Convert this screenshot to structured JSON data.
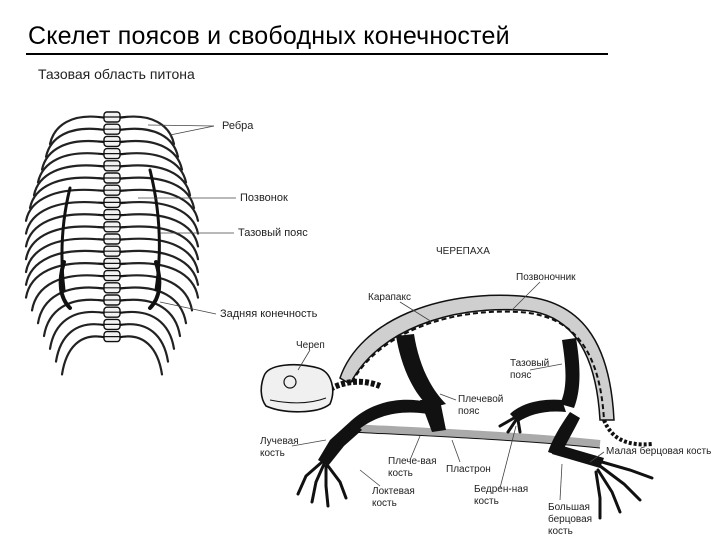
{
  "header": {
    "title": "Скелет поясов и свободных конечностей",
    "subtitle": "Тазовая область питона"
  },
  "python": {
    "labels": {
      "ribs": "Ребра",
      "vertebra": "Позвонок",
      "pelvic_girdle": "Тазовый пояс",
      "hind_limb": "Задняя конечность"
    }
  },
  "turtle": {
    "title": "ЧЕРЕПАХА",
    "labels": {
      "spine": "Позвоночник",
      "carapace": "Карапакс",
      "skull": "Череп",
      "pelvic_girdle": "Тазовый\nпояс",
      "shoulder_girdle": "Плечевой\nпояс",
      "radius": "Лучевая\nкость",
      "humerus": "Плече-вая\nкость",
      "plastron": "Пластрон",
      "ulna": "Локтевая\nкость",
      "femur": "Бедрен-ная\nкость",
      "fibula": "Малая берцовая кость",
      "tibia": "Большая\nберцовая\nкость"
    }
  },
  "colors": {
    "bone": "#111111",
    "shell": "#cfcfcf",
    "line": "#333333"
  }
}
